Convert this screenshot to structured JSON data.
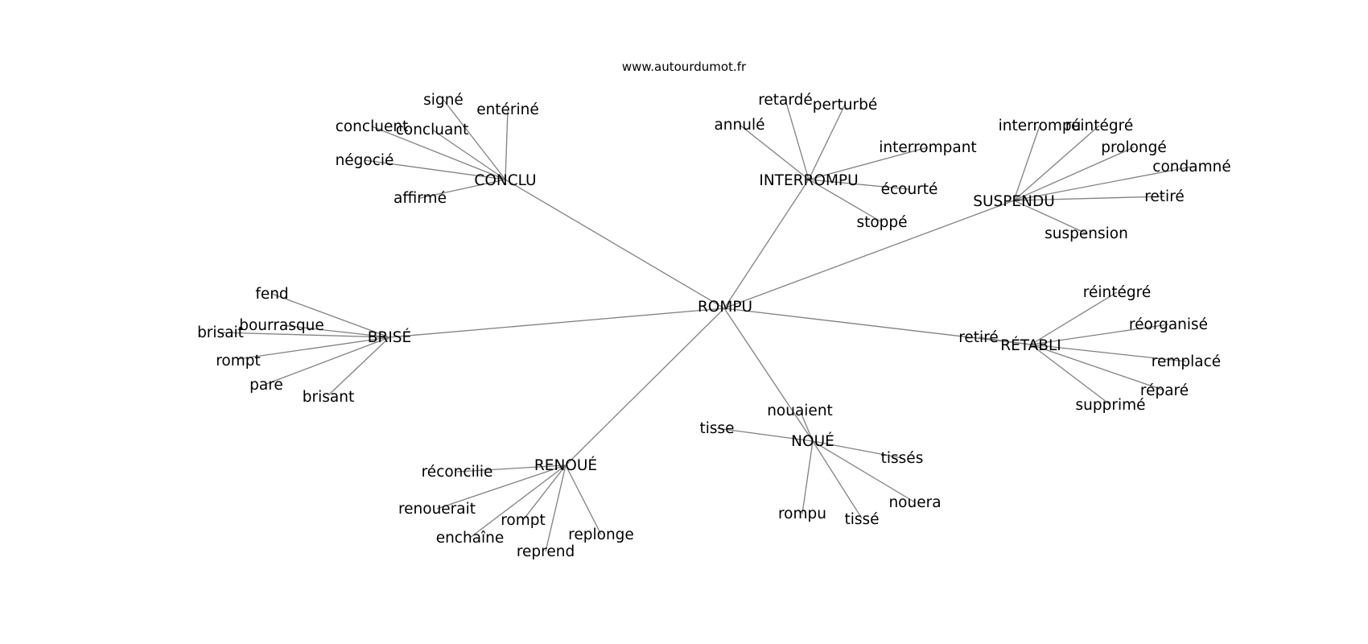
{
  "site": "www.autourdumot.fr",
  "center": "ROMPU",
  "clusters": [
    {
      "word": "CONCLU",
      "leaves": [
        "signé",
        "entériné",
        "concluent",
        "concluant",
        "négocié",
        "affirmé"
      ]
    },
    {
      "word": "INTERROMPU",
      "leaves": [
        "annulé",
        "retardé",
        "perturbé",
        "interrompant",
        "écourté",
        "stoppé"
      ]
    },
    {
      "word": "SUSPENDU",
      "leaves": [
        "interrompu",
        "réintégré",
        "prolongé",
        "condamné",
        "retiré",
        "suspension"
      ]
    },
    {
      "word": "BRISÉ",
      "leaves": [
        "fend",
        "bourrasque",
        "brisait",
        "rompt",
        "pare",
        "brisant"
      ]
    },
    {
      "word": "RÉTABLI",
      "leaves": [
        "réintégré",
        "réorganisé",
        "retiré",
        "remplacé",
        "réparé",
        "supprimé"
      ]
    },
    {
      "word": "NOUÉ",
      "leaves": [
        "nouaient",
        "tisse",
        "tissés",
        "nouera",
        "tissé",
        "rompu"
      ]
    },
    {
      "word": "RENOUÉ",
      "leaves": [
        "réconcilie",
        "renouerait",
        "enchaîne",
        "rompt",
        "reprend",
        "replonge"
      ]
    }
  ]
}
